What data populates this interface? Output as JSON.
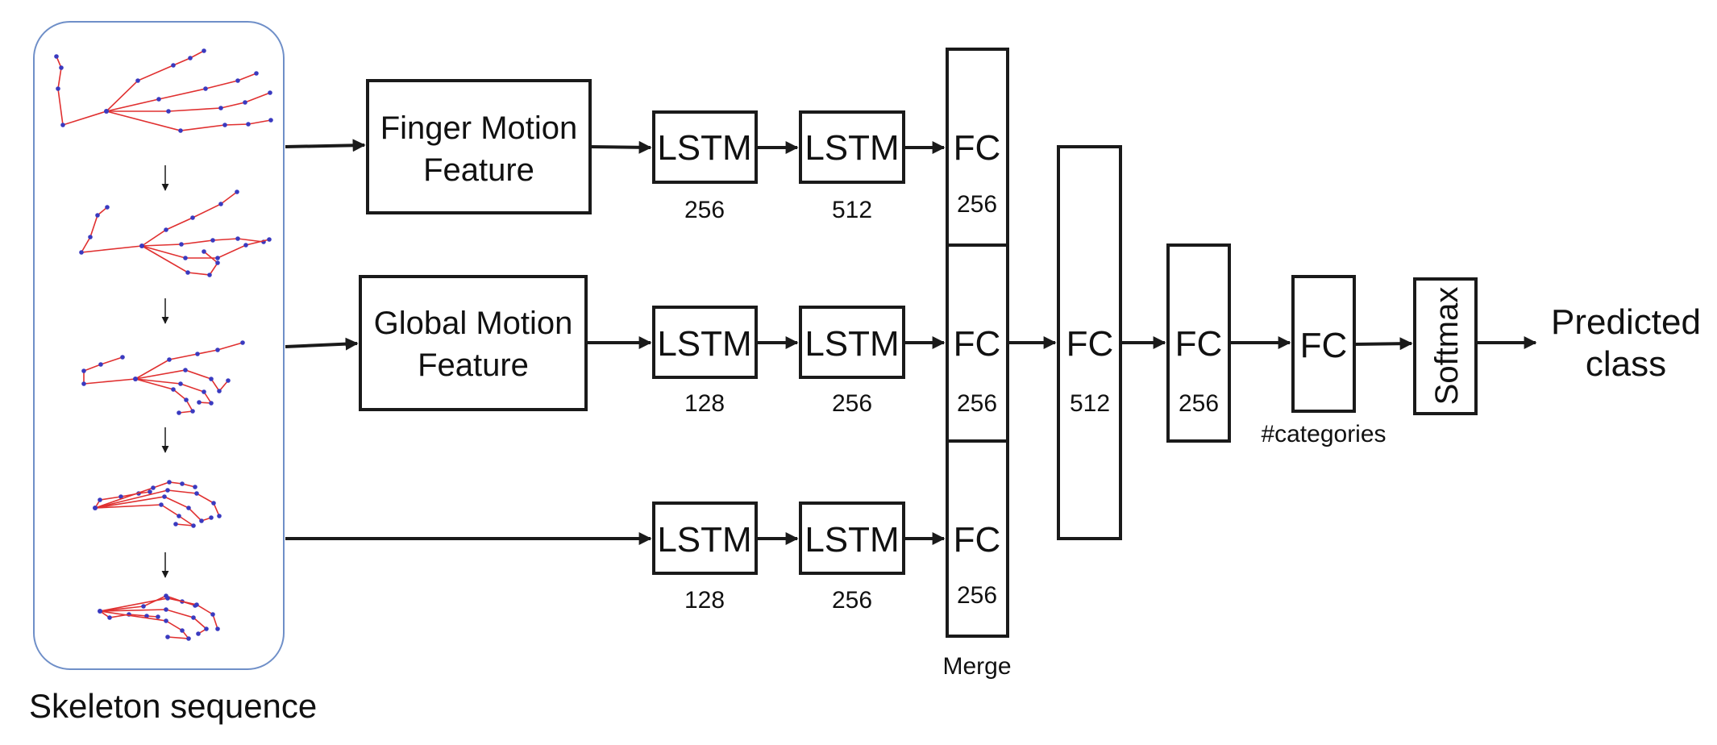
{
  "input": {
    "caption": "Skeleton sequence"
  },
  "blocks": {
    "finger_motion": [
      "Finger Motion",
      "Feature"
    ],
    "global_motion": [
      "Global Motion",
      "Feature"
    ]
  },
  "branches": [
    {
      "lstm1": {
        "label": "LSTM",
        "units": "256"
      },
      "lstm2": {
        "label": "LSTM",
        "units": "512"
      },
      "fc": {
        "label": "FC",
        "units": "256"
      }
    },
    {
      "lstm1": {
        "label": "LSTM",
        "units": "128"
      },
      "lstm2": {
        "label": "LSTM",
        "units": "256"
      },
      "fc": {
        "label": "FC",
        "units": "256"
      }
    },
    {
      "lstm1": {
        "label": "LSTM",
        "units": "128"
      },
      "lstm2": {
        "label": "LSTM",
        "units": "256"
      },
      "fc": {
        "label": "FC",
        "units": "256"
      }
    }
  ],
  "merge": {
    "label": "Merge"
  },
  "head": {
    "fc1": {
      "label": "FC",
      "units": "512"
    },
    "fc2": {
      "label": "FC",
      "units": "256"
    },
    "fc3": {
      "label": "FC",
      "units": "#categories"
    },
    "softmax": {
      "label": "Softmax"
    }
  },
  "output": [
    "Predicted",
    "class"
  ],
  "colors": {
    "stroke": "#1a1a1a",
    "frame": "#6f8fc8",
    "bone": "#e03030",
    "joint": "#3a3ac0"
  }
}
